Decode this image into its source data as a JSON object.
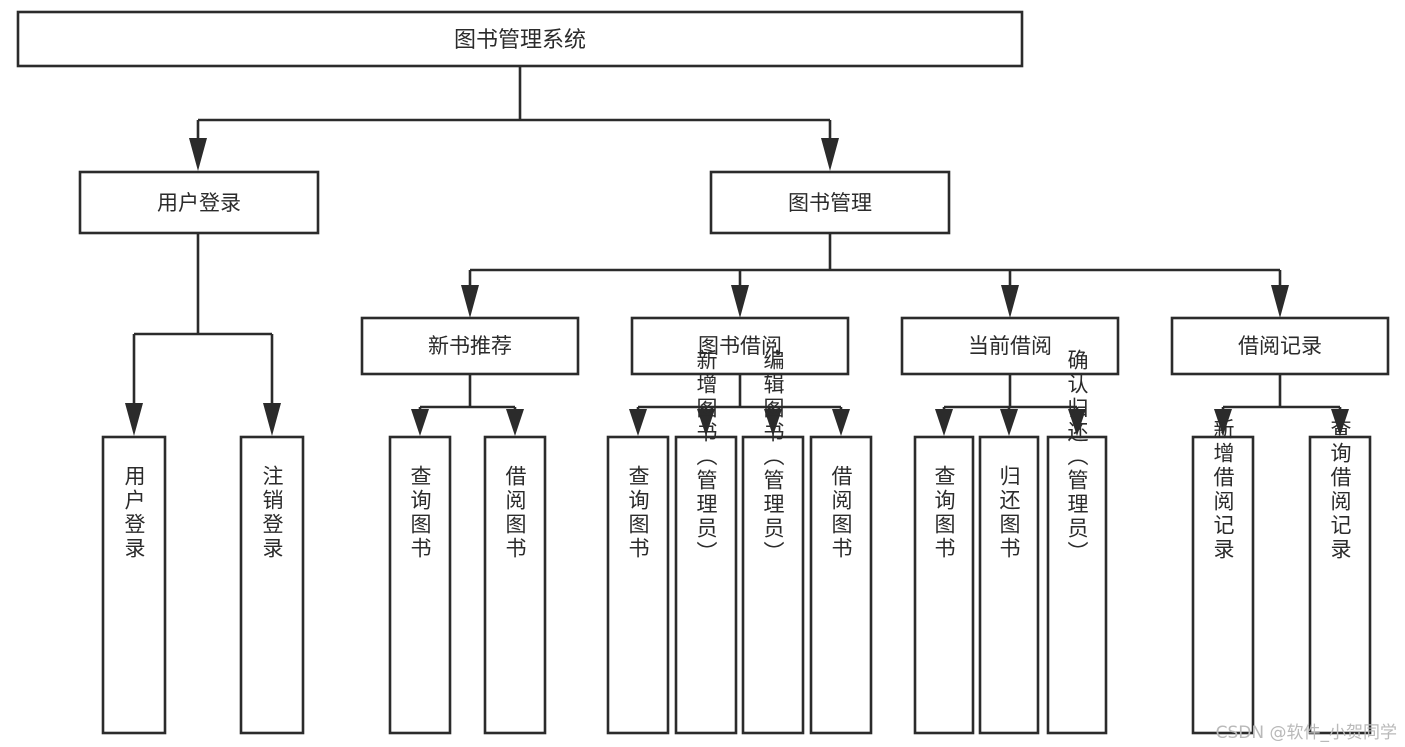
{
  "diagram": {
    "type": "tree-hierarchy",
    "title": "图书管理系统",
    "orientation": "top-down",
    "colors": {
      "stroke": "#2b2b2b",
      "fill": "#ffffff",
      "text": "#2b2b2b",
      "watermark": "#b9b9b9",
      "background": "#ffffff"
    },
    "watermark": "CSDN @软件_小贺同学",
    "levels": 3,
    "root": {
      "id": "root",
      "label": "图书管理系统"
    },
    "level2": [
      {
        "id": "user-login",
        "label": "用户登录"
      },
      {
        "id": "book-manage",
        "label": "图书管理"
      }
    ],
    "level3": [
      {
        "id": "new-book-recommend",
        "label": "新书推荐",
        "parent": "book-manage"
      },
      {
        "id": "book-borrow",
        "label": "图书借阅",
        "parent": "book-manage"
      },
      {
        "id": "current-borrow",
        "label": "当前借阅",
        "parent": "book-manage"
      },
      {
        "id": "borrow-record",
        "label": "借阅记录",
        "parent": "book-manage"
      }
    ],
    "leaves": {
      "user-login": [
        {
          "id": "leaf-user-login",
          "label": "用户登录"
        },
        {
          "id": "leaf-logout-login",
          "label": "注销登录"
        }
      ],
      "new-book-recommend": [
        {
          "id": "leaf-query-book-1",
          "label": "查询图书"
        },
        {
          "id": "leaf-borrow-book-1",
          "label": "借阅图书"
        }
      ],
      "book-borrow": [
        {
          "id": "leaf-query-book-2",
          "label": "查询图书"
        },
        {
          "id": "leaf-add-book",
          "label": "新增图书（管理员）"
        },
        {
          "id": "leaf-edit-book",
          "label": "编辑图书（管理员）"
        },
        {
          "id": "leaf-borrow-book-2",
          "label": "借阅图书"
        }
      ],
      "current-borrow": [
        {
          "id": "leaf-query-book-3",
          "label": "查询图书"
        },
        {
          "id": "leaf-return-book",
          "label": "归还图书"
        },
        {
          "id": "leaf-confirm-return",
          "label": "确认归还（管理员）"
        }
      ],
      "borrow-record": [
        {
          "id": "leaf-add-record",
          "label": "新增借阅记录"
        },
        {
          "id": "leaf-query-record",
          "label": "查询借阅记录"
        }
      ]
    }
  }
}
